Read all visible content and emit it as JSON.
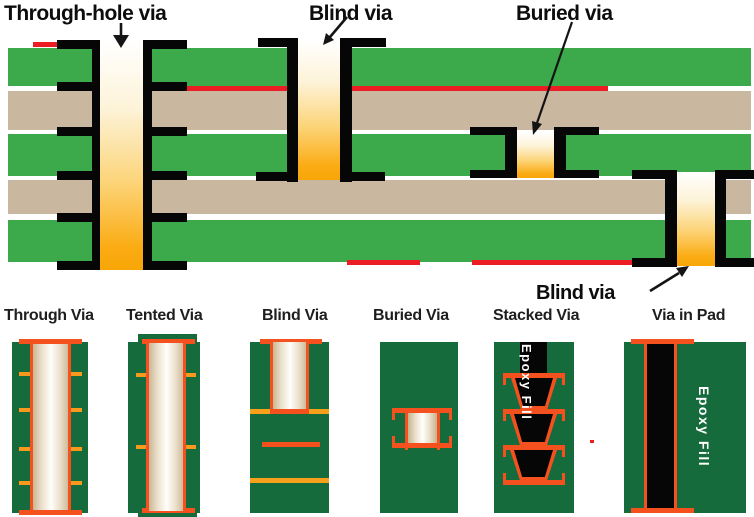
{
  "top_diagram": {
    "labels": {
      "through_hole_via": "Through-hole via",
      "blind_via_top": "Blind via",
      "buried_via": "Buried via",
      "blind_via_bottom": "Blind via"
    },
    "layers": [
      "copper-green",
      "substrate-tan",
      "copper-green",
      "substrate-tan",
      "copper-green"
    ],
    "vias": [
      "through-hole via",
      "blind via (top)",
      "buried via",
      "blind via (bottom)"
    ]
  },
  "via_cards": [
    {
      "label": "Through Via"
    },
    {
      "label": "Tented Via"
    },
    {
      "label": "Blind Via"
    },
    {
      "label": "Buried Via"
    },
    {
      "label": "Stacked Via",
      "fill_label": "Epoxy Fill"
    },
    {
      "label": "Via in Pad",
      "fill_label": "Epoxy Fill"
    }
  ],
  "colors": {
    "pcb_green": "#3CA94B",
    "substrate_tan": "#C9B7A0",
    "trace_red": "#EC1C24",
    "plating_black": "#060606",
    "via_fill_orange_top": "#FFFFFF",
    "via_fill_orange_bottom": "#FBAC14",
    "card_green": "#156B3C",
    "pad_orange_red": "#F4511E",
    "tick_orange": "#F8981D",
    "line_yellow_orange": "#F6A01B",
    "epoxy_fill_black": "#000000"
  }
}
